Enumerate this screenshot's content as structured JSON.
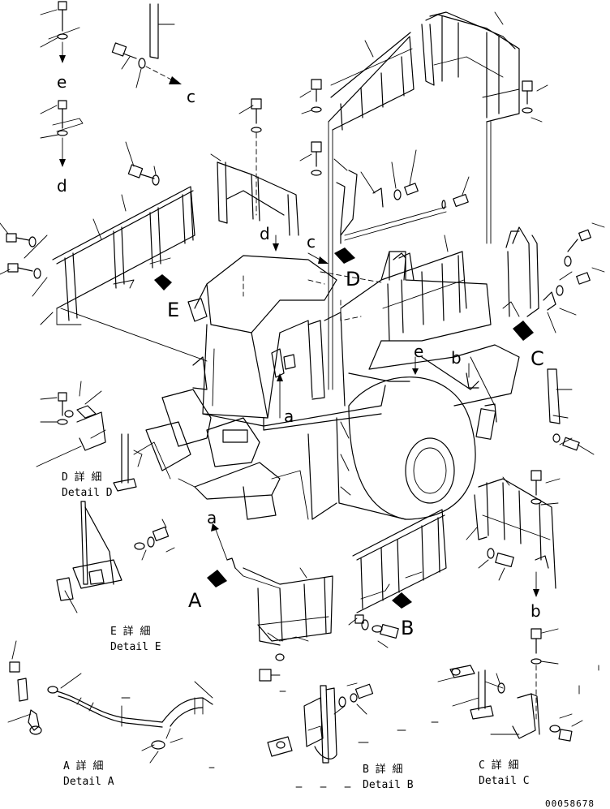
{
  "views": {
    "letters": {
      "a": "a",
      "b": "b",
      "c": "c",
      "d": "d",
      "e": "e",
      "A": "A",
      "B": "B",
      "C": "C",
      "D": "D",
      "E": "E"
    }
  },
  "details": [
    {
      "jp": "A 詳 細",
      "en": "Detail A"
    },
    {
      "jp": "B 詳 細",
      "en": "Detail B"
    },
    {
      "jp": "C 詳 細",
      "en": "Detail C"
    },
    {
      "jp": "D 詳 細",
      "en": "Detail D"
    },
    {
      "jp": "E 詳 細",
      "en": "Detail E"
    }
  ],
  "drawing_number": "00058678"
}
